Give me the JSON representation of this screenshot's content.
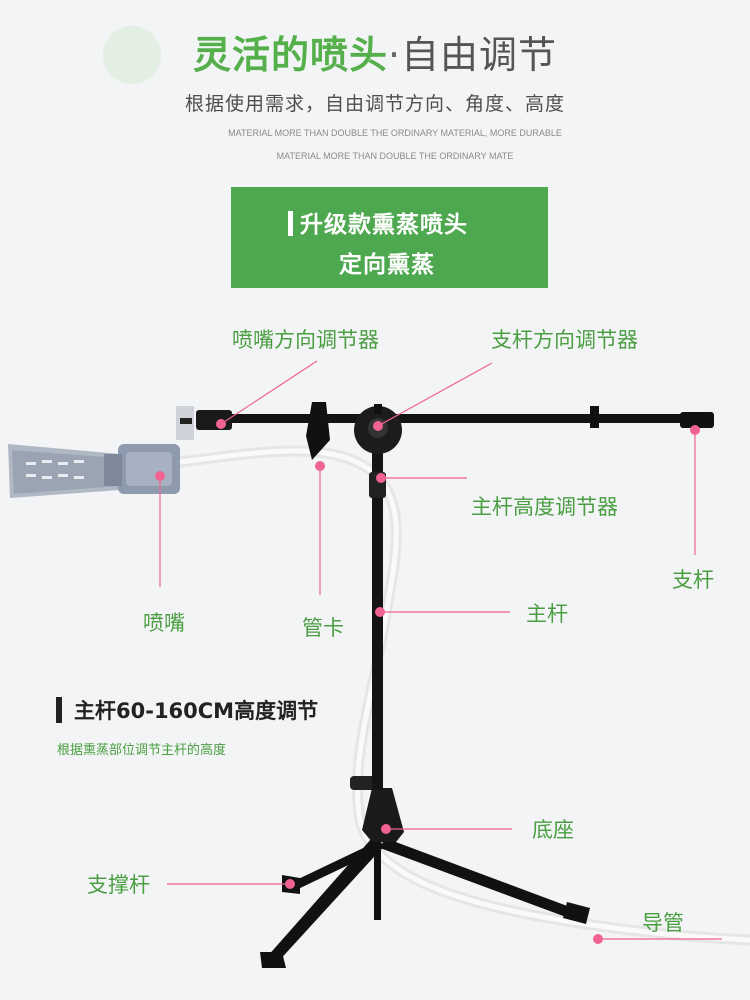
{
  "header": {
    "title_green": "灵活的喷头",
    "title_dot": "·",
    "title_grey": "自由调节",
    "subtitle": "根据使用需求，自由调节方向、角度、高度",
    "english_line1": "MATERIAL MORE THAN DOUBLE THE ORDINARY MATERIAL, MORE DURABLE",
    "english_line2": "MATERIAL MORE THAN DOUBLE THE ORDINARY MATE"
  },
  "banner": {
    "line1": "升级款熏蒸喷头",
    "line2": "定向熏蒸",
    "background": "#4ea84f"
  },
  "labels": {
    "nozzle_adjuster": "喷嘴方向调节器",
    "arm_adjuster": "支杆方向调节器",
    "main_height_adjuster": "主杆高度调节器",
    "arm": "支杆",
    "nozzle": "喷嘴",
    "tube_clip": "管卡",
    "main_pole": "主杆",
    "base": "底座",
    "support_legs": "支撑杆",
    "guide_tube": "导管"
  },
  "spec": {
    "title": "主杆60-160CM高度调节",
    "subtitle": "根据熏蒸部位调节主杆的高度"
  },
  "colors": {
    "accent_green": "#4ea84f",
    "label_green": "#4a9e41",
    "marker_pink": "#f06292",
    "background": "#f3f4f6"
  }
}
